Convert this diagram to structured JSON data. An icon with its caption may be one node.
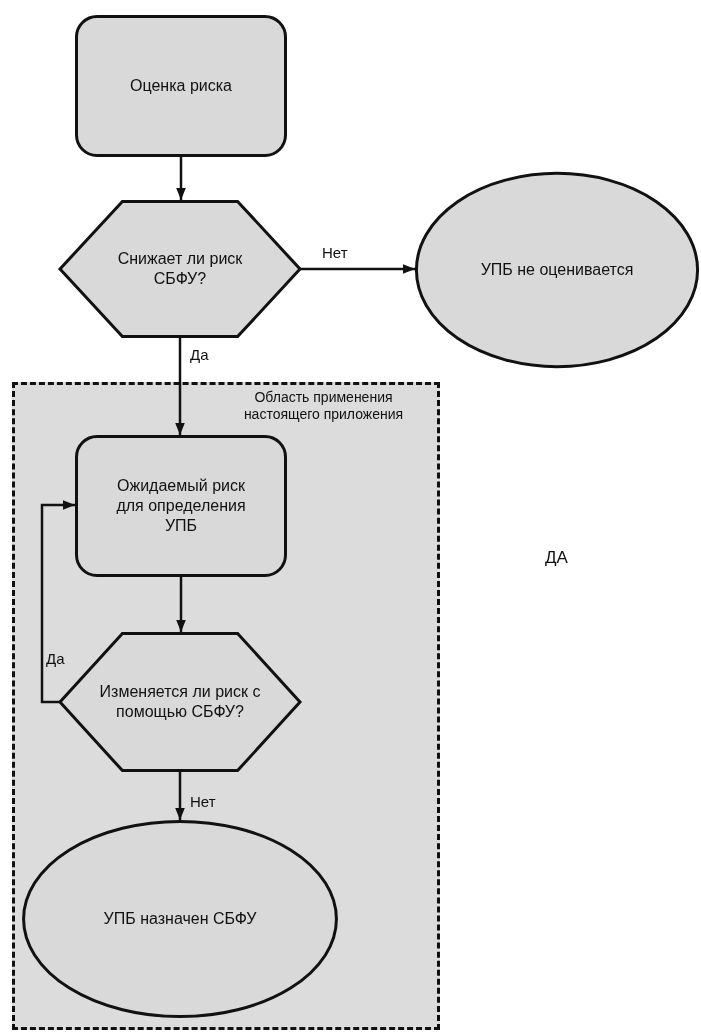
{
  "diagram": {
    "nodes": [
      {
        "text": [
          "Оценка риска"
        ]
      },
      {
        "text": [
          "Снижает ли риск СБФУ?"
        ]
      },
      {
        "text": [
          "УПБ не оценивается"
        ]
      },
      {
        "text": [
          "Область применения настоящего приложения"
        ]
      },
      {
        "text": [
          "Ожидаемый риск для определения УПБ"
        ],
        "in": 3
      },
      {
        "text": [
          "Изменяется ли риск с помощью СБФУ?"
        ],
        "in": 3
      },
      {
        "text": [
          "УПБ назначен СБФУ"
        ],
        "in": 3
      }
    ],
    "edges": [
      {
        "from": 0,
        "to": 1,
        "arrow": "to"
      },
      {
        "from": 1,
        "to": 2,
        "arrow": "to",
        "label": "Нет"
      },
      {
        "from": 1,
        "to": 4,
        "arrow": "to",
        "label": "Да"
      },
      {
        "from": 4,
        "to": 5,
        "arrow": "to"
      },
      {
        "from": 5,
        "to": 4,
        "arrow": "to",
        "label": "Да"
      },
      {
        "from": 5,
        "to": 6,
        "arrow": "to",
        "label": "Нет"
      }
    ],
    "labels": [
      "ДА"
    ]
  }
}
